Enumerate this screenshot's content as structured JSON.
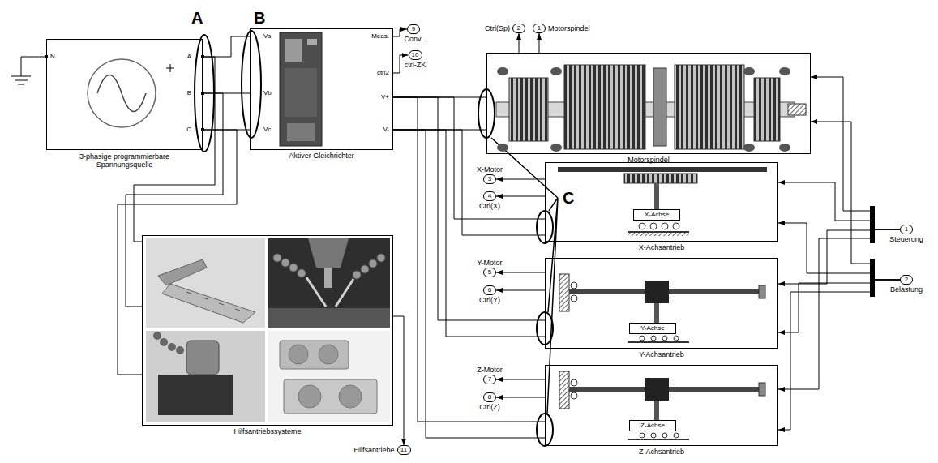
{
  "diagram": {
    "nodes": [
      {
        "text": [
          "3-phasige programmierbare Spannungsquelle",
          "N",
          "A",
          "B",
          "C"
        ]
      },
      {
        "text": [
          "Aktiver Gleichrichter",
          "Va",
          "Vb",
          "Vc",
          "Meas.",
          "ctrl2",
          "V+",
          "V-"
        ]
      },
      {
        "text": [
          "9",
          "Conv."
        ]
      },
      {
        "text": [
          "10",
          "ctrl-ZK"
        ]
      },
      {
        "text": [
          "2",
          "Ctrl(Sp)"
        ]
      },
      {
        "text": [
          "1",
          "Motorspindel"
        ]
      },
      {
        "text": [
          "Motorspindel"
        ]
      },
      {
        "text": [
          "X-Achsantrieb"
        ]
      },
      {
        "text": [
          "X-Achse"
        ],
        "in": 7
      },
      {
        "text": [
          "3",
          "X-Motor"
        ]
      },
      {
        "text": [
          "4",
          "Ctrl(X)"
        ]
      },
      {
        "text": [
          "Y-Achsantrieb"
        ]
      },
      {
        "text": [
          "Y-Achse"
        ],
        "in": 11
      },
      {
        "text": [
          "5",
          "Y-Motor"
        ]
      },
      {
        "text": [
          "6",
          "Ctrl(Y)"
        ]
      },
      {
        "text": [
          "Z-Achsantrieb"
        ]
      },
      {
        "text": [
          "Z-Achse"
        ],
        "in": 15
      },
      {
        "text": [
          "7",
          "Z-Motor"
        ]
      },
      {
        "text": [
          "8",
          "Ctrl(Z)"
        ]
      },
      {
        "text": [
          "Hilfsantriebssysteme"
        ]
      },
      {
        "text": [
          "11",
          "Hilfsantriebe"
        ]
      },
      {
        "text": [
          "1",
          "Steuerung"
        ]
      },
      {
        "text": [
          "2",
          "Belastung"
        ]
      }
    ],
    "edges": [
      {
        "from": 0,
        "to": 1,
        "arrow": "none"
      },
      {
        "from": 0,
        "to": 1,
        "arrow": "none"
      },
      {
        "from": 0,
        "to": 1,
        "arrow": "none"
      },
      {
        "from": 0,
        "to": 19,
        "arrow": "none"
      },
      {
        "from": 0,
        "to": 19,
        "arrow": "none"
      },
      {
        "from": 0,
        "to": 19,
        "arrow": "none"
      },
      {
        "from": 1,
        "to": 2,
        "arrow": "to"
      },
      {
        "from": 1,
        "to": 3,
        "arrow": "to"
      },
      {
        "from": 1,
        "to": 6,
        "arrow": "none"
      },
      {
        "from": 1,
        "to": 6,
        "arrow": "none"
      },
      {
        "from": 1,
        "to": 7,
        "arrow": "none"
      },
      {
        "from": 1,
        "to": 7,
        "arrow": "none"
      },
      {
        "from": 1,
        "to": 11,
        "arrow": "none"
      },
      {
        "from": 1,
        "to": 11,
        "arrow": "none"
      },
      {
        "from": 1,
        "to": 15,
        "arrow": "none"
      },
      {
        "from": 1,
        "to": 15,
        "arrow": "none"
      },
      {
        "from": 6,
        "to": 4,
        "arrow": "to"
      },
      {
        "from": 6,
        "to": 5,
        "arrow": "to"
      },
      {
        "from": 7,
        "to": 9,
        "arrow": "to"
      },
      {
        "from": 7,
        "to": 10,
        "arrow": "to"
      },
      {
        "from": 11,
        "to": 13,
        "arrow": "to"
      },
      {
        "from": 11,
        "to": 14,
        "arrow": "to"
      },
      {
        "from": 15,
        "to": 17,
        "arrow": "to"
      },
      {
        "from": 15,
        "to": 18,
        "arrow": "to"
      },
      {
        "from": 19,
        "to": 20,
        "arrow": "to"
      },
      {
        "from": 21,
        "to": 6,
        "arrow": "to"
      },
      {
        "from": 21,
        "to": 7,
        "arrow": "to"
      },
      {
        "from": 21,
        "to": 11,
        "arrow": "to"
      },
      {
        "from": 21,
        "to": 15,
        "arrow": "to"
      },
      {
        "from": 22,
        "to": 6,
        "arrow": "to"
      },
      {
        "from": 22,
        "to": 7,
        "arrow": "to"
      },
      {
        "from": 22,
        "to": 11,
        "arrow": "to"
      },
      {
        "from": 22,
        "to": 15,
        "arrow": "to"
      }
    ],
    "labels": [
      "A",
      "B",
      "C"
    ]
  }
}
